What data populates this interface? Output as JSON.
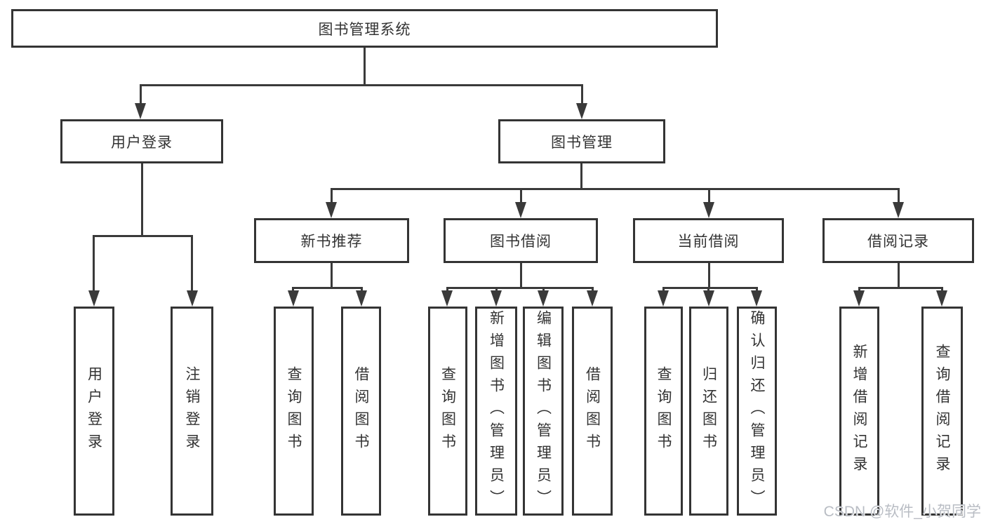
{
  "diagram": {
    "root_label": "图书管理系统",
    "level2": [
      {
        "label": "用户登录"
      },
      {
        "label": "图书管理"
      }
    ],
    "level3": [
      {
        "label": "新书推荐"
      },
      {
        "label": "图书借阅"
      },
      {
        "label": "当前借阅"
      },
      {
        "label": "借阅记录"
      }
    ],
    "leaf_groups": [
      {
        "parent": "用户登录",
        "items": [
          {
            "label": "用户登录"
          },
          {
            "label": "注销登录"
          }
        ]
      },
      {
        "parent": "新书推荐",
        "items": [
          {
            "label": "查询图书"
          },
          {
            "label": "借阅图书"
          }
        ]
      },
      {
        "parent": "图书借阅",
        "items": [
          {
            "label": "查询图书"
          },
          {
            "label": "新增图书（管理员）"
          },
          {
            "label": "编辑图书（管理员）"
          },
          {
            "label": "借阅图书"
          }
        ]
      },
      {
        "parent": "当前借阅",
        "items": [
          {
            "label": "查询图书"
          },
          {
            "label": "归还图书"
          },
          {
            "label": "确认归还（管理员）"
          }
        ]
      },
      {
        "parent": "借阅记录",
        "items": [
          {
            "label": "新增借阅记录"
          },
          {
            "label": "查询借阅记录"
          }
        ]
      }
    ]
  },
  "watermark": {
    "text": "CSDN @软件_小贺同学"
  },
  "colors": {
    "line": "#3a3a3a",
    "box_border": "#343434",
    "text": "#333333",
    "watermark": "#b9bdc4",
    "background": "#ffffff"
  }
}
